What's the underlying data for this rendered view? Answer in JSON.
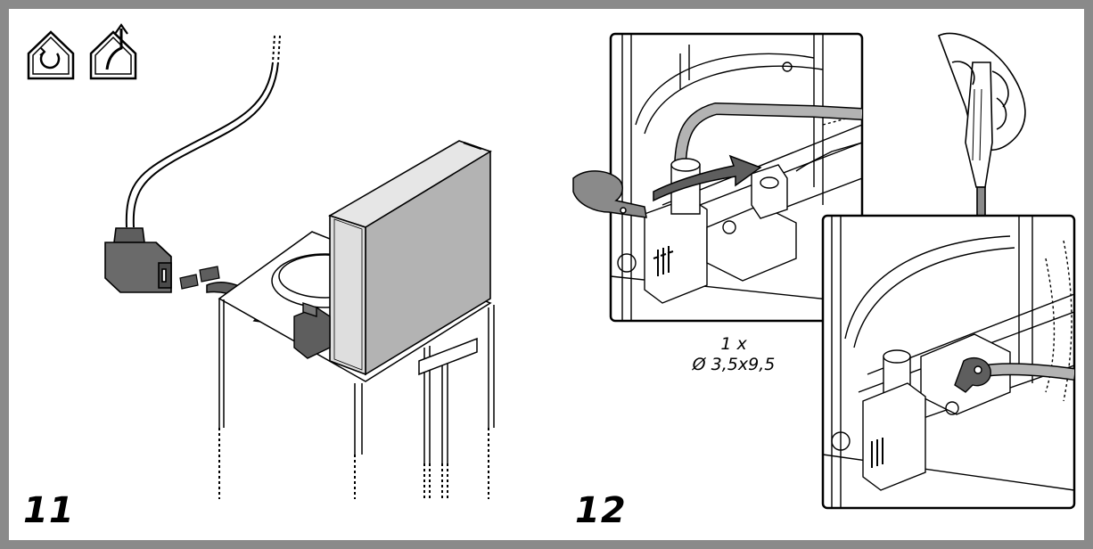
{
  "steps": [
    {
      "number": "11"
    },
    {
      "number": "12"
    }
  ],
  "screw_spec": {
    "quantity": "1 x",
    "size": "Ø 3,5x9,5"
  },
  "icons": {
    "recirculation": "house-recirculation-icon",
    "extraction": "house-extraction-icon"
  },
  "colors": {
    "frame": "#8a8a8a",
    "part_fill": "#b3b3b3",
    "dark_fill": "#5e5e5e",
    "line": "#000000"
  }
}
